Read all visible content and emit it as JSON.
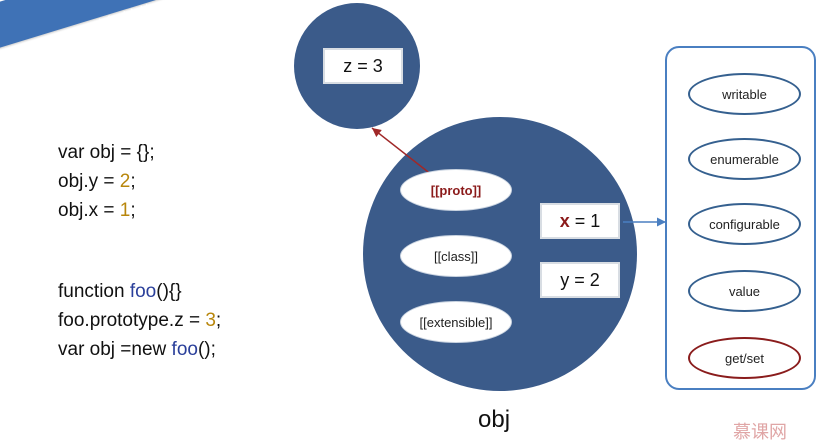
{
  "banner": {
    "title": "对象结构"
  },
  "code1": {
    "l1": {
      "a": "var obj = {};"
    },
    "l2": {
      "a": "obj.y = ",
      "n": "2",
      "b": ";"
    },
    "l3": {
      "a": "obj.x = ",
      "n": "1",
      "b": ";"
    }
  },
  "code2": {
    "l1": {
      "a": "function ",
      "fn": "foo",
      "b": "(){}"
    },
    "l2": {
      "a": "foo.prototype.z = ",
      "n": "3",
      "b": ";"
    },
    "l3": {
      "a": "var obj =new ",
      "fn": "foo",
      "b": "();"
    }
  },
  "proto_object": {
    "z_label": "z = 3"
  },
  "obj_circle": {
    "proto": "[[proto]]",
    "class": "[[class]]",
    "extensible": "[[extensible]]",
    "x_key": "x",
    "x_rest": " = 1",
    "y_label": "y = 2",
    "caption": "obj"
  },
  "props": {
    "writable": "writable",
    "enumerable": "enumerable",
    "configurable": "configurable",
    "value": "value",
    "getset": "get/set"
  },
  "watermark": "慕课网",
  "colors": {
    "circle": "#3b5b8a",
    "banner": "#3f72b6",
    "proto_arrow": "#a02828",
    "x_arrow": "#4a7fc1"
  }
}
